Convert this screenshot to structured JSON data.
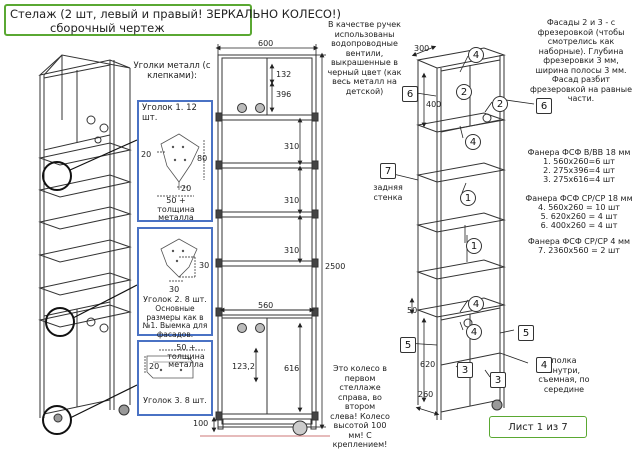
{
  "title": {
    "line1": "Стелаж (2 шт, левый и правый! ЗЕРКАЛЬНО КОЛЕСО!)",
    "line2": "сборочный чертеж"
  },
  "notes": {
    "corners": "Уголки металл (с клепками):",
    "handles": "В качестве ручек использованы водопроводные вентили, выкрашенные в черный цвет (как весь металл на детской)",
    "facades": "Фасады 2 и 3 - с фрезеровкой (чтобы смотрелись как наборные). Глубина фрезеровки 3 мм, ширина полосы 3 мм. Фасад разбит фрезеровкой на равные части.",
    "wheel": "Это колесо в первом стеллаже справа, во втором слева! Колесо высотой 100 мм! С креплением!",
    "back_wall": "задняя стенка",
    "shelf_inside": "полка внутри, съемная, по середине"
  },
  "details": {
    "d1_title": "Уголок 1. 12 шт.",
    "d1_dims": [
      "20",
      "80",
      "20",
      "50 +",
      "толщина",
      "металла"
    ],
    "d2_title": "Уголок 2. 8 шт.",
    "d2_text": "Основные размеры как в №1. Выемка для фасадов.",
    "d2_dims": [
      "30",
      "30"
    ],
    "d3_title": "Уголок 3. 8 шт.",
    "d3_dims": [
      "50 +",
      "толщина",
      "металла",
      "20"
    ]
  },
  "materials": {
    "g1_title": "Фанера ФСФ В/ВВ 18 мм",
    "g1_items": [
      "1. 560x260=6 шт",
      "2. 275x396=4 шт",
      "3. 275x616=4 шт"
    ],
    "g2_title": "Фанера ФСФ СР/СР 18 мм",
    "g2_items": [
      "4. 560x260 = 10 шт",
      "5. 620x260 = 4 шт",
      "6. 400x260 = 4 шт"
    ],
    "g3_title": "Фанера ФСФ СР/СР 4 мм",
    "g3_items": [
      "7. 2360x560 = 2 шт"
    ]
  },
  "dimensions": {
    "front_width": "600",
    "d132": "132",
    "d396": "396",
    "d310a": "310",
    "d310b": "310",
    "d310c": "310",
    "d560": "560",
    "d2500": "2500",
    "d1232": "123,2",
    "d616": "616",
    "d100": "100",
    "iso_300": "300",
    "iso_400": "400",
    "iso_50": "50",
    "iso_620": "620",
    "iso_260": "260"
  },
  "callouts": [
    "4",
    "2",
    "2",
    "6",
    "6",
    "4",
    "7",
    "1",
    "1",
    "4",
    "4",
    "5",
    "5",
    "3",
    "3",
    "4"
  ],
  "sheet": "Лист 1 из 7",
  "colors": {
    "green": "#5aa832",
    "blue": "#4a72c4"
  }
}
